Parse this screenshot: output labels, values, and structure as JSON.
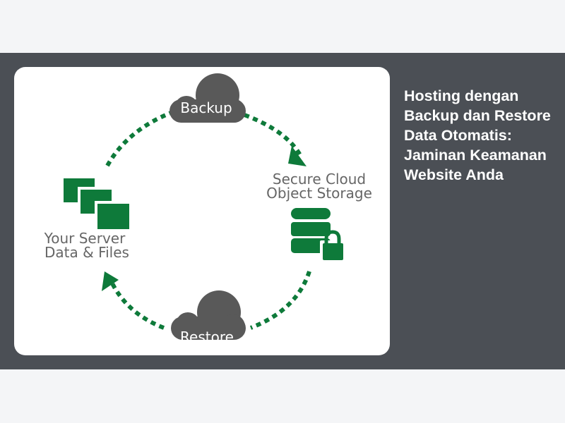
{
  "headline": "Hosting dengan Backup dan Restore Data Otomatis: Jaminan Keamanan Website Anda",
  "diagram": {
    "backup_label": "Backup",
    "restore_label": "Restore",
    "cloud_label_line1": "Secure Cloud",
    "cloud_label_line2": "Object Storage",
    "server_label_line1": "Your Server",
    "server_label_line2": "Data & Files",
    "colors": {
      "green": "#0e7a3a",
      "cloud_gray": "#595959",
      "label_gray": "#666666",
      "banner": "#4b4f55"
    }
  }
}
